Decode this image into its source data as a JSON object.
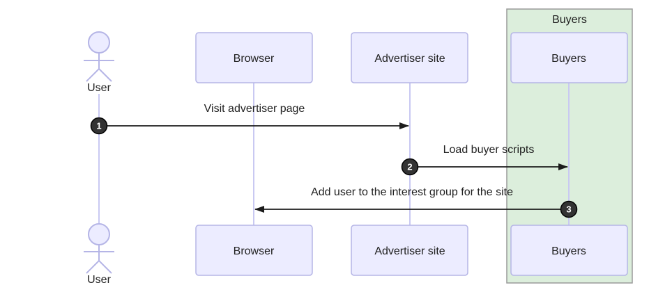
{
  "diagram_type": "sequence",
  "actors": [
    {
      "id": "user",
      "label": "User",
      "kind": "actor"
    },
    {
      "id": "browser",
      "label": "Browser",
      "kind": "participant"
    },
    {
      "id": "advertiser",
      "label": "Advertiser site",
      "kind": "participant"
    },
    {
      "id": "buyers",
      "label": "Buyers",
      "kind": "participant"
    }
  ],
  "group": {
    "label": "Buyers",
    "contains": [
      "buyers"
    ]
  },
  "messages": [
    {
      "seq": "1",
      "from": "user",
      "to": "advertiser",
      "label": "Visit advertiser page"
    },
    {
      "seq": "2",
      "from": "advertiser",
      "to": "buyers",
      "label": "Load buyer scripts"
    },
    {
      "seq": "3",
      "from": "buyers",
      "to": "browser",
      "label": "Add user to the interest group for the site"
    }
  ],
  "colors": {
    "participant_fill": "#ececff",
    "participant_border": "#b5b5e6",
    "lifeline": "#c9c9f2",
    "group_fill": "#dceedc",
    "group_border": "#9a9a9a",
    "message_line": "#1b1b1b",
    "sequence_badge_fill": "#333333",
    "sequence_badge_text": "#ffffff",
    "text": "#212121",
    "background": "#ffffff"
  }
}
